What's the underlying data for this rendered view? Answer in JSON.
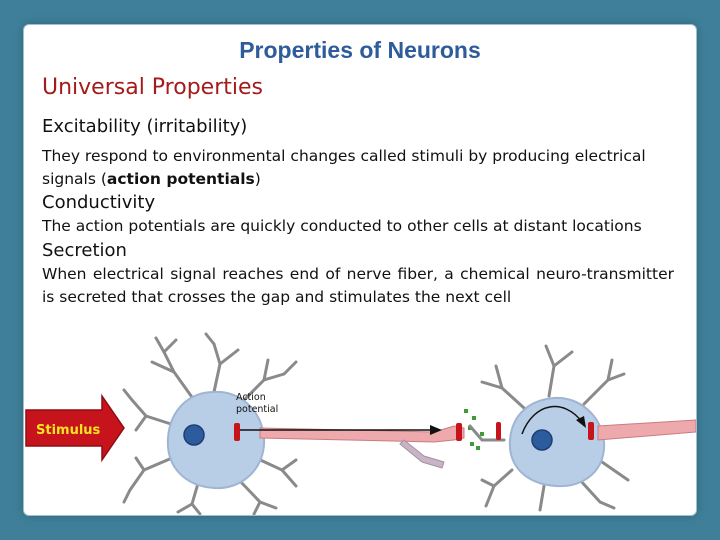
{
  "slide": {
    "title": "Properties of Neurons",
    "section": "Universal Properties",
    "items": [
      {
        "heading": "Excitability (irritability)",
        "text_before": "They respond to environmental changes called stimuli by producing electrical signals (",
        "text_bold": "action potentials",
        "text_after": ")"
      },
      {
        "heading": "Conductivity",
        "text": "The action potentials are quickly conducted to other cells at distant locations"
      },
      {
        "heading": "Secretion",
        "text": "When electrical signal reaches end of nerve fiber, a chemical neuro-transmitter is secreted that crosses the gap and stimulates the next cell"
      }
    ]
  },
  "diagram": {
    "stimulus_label": "Stimulus",
    "action_potential_label_line1": "Action",
    "action_potential_label_line2": "potential",
    "colors": {
      "stimulus_fill": "#c7131c",
      "stimulus_text": "#f6e51f",
      "cell_body": "#b8cde6",
      "nucleus": "#2d5c9e",
      "axon": "#eea9ad",
      "signal": "#c7131c",
      "neurotransmitter": "#3f9a3a",
      "dendrite": "#8a8a8a"
    }
  }
}
